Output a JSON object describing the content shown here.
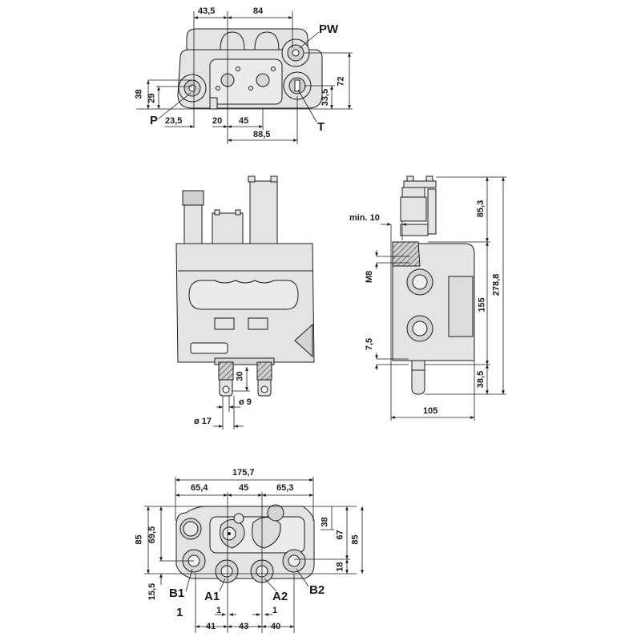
{
  "colors": {
    "line": "#1a1a1a",
    "fill": "#e4e4e4",
    "fill_dark": "#c8c8c8",
    "bg": "#ffffff"
  },
  "top_view": {
    "dims_horizontal": [
      "43,5",
      "84",
      "23,5",
      "20",
      "45",
      "88,5"
    ],
    "dims_vertical": [
      "38",
      "29",
      "72",
      "33,5"
    ],
    "ports": [
      "PW",
      "P",
      "T"
    ]
  },
  "front_view": {
    "dims": [
      "30",
      "ø 9",
      "ø 17"
    ]
  },
  "side_view": {
    "dims_vertical": [
      "85,3",
      "278,8",
      "155",
      "38,5",
      "7,5",
      "M8"
    ],
    "dims_horizontal": [
      "min. 10",
      "105"
    ]
  },
  "bottom_view": {
    "dims_horizontal": [
      "175,7",
      "65,4",
      "45",
      "65,3",
      "41",
      "43",
      "40",
      "1",
      "1"
    ],
    "dims_vertical": [
      "85",
      "69,5",
      "15,5",
      "38",
      "67",
      "85",
      "18"
    ],
    "ports": [
      "B1",
      "A1",
      "A2",
      "B2"
    ],
    "note": "1"
  }
}
